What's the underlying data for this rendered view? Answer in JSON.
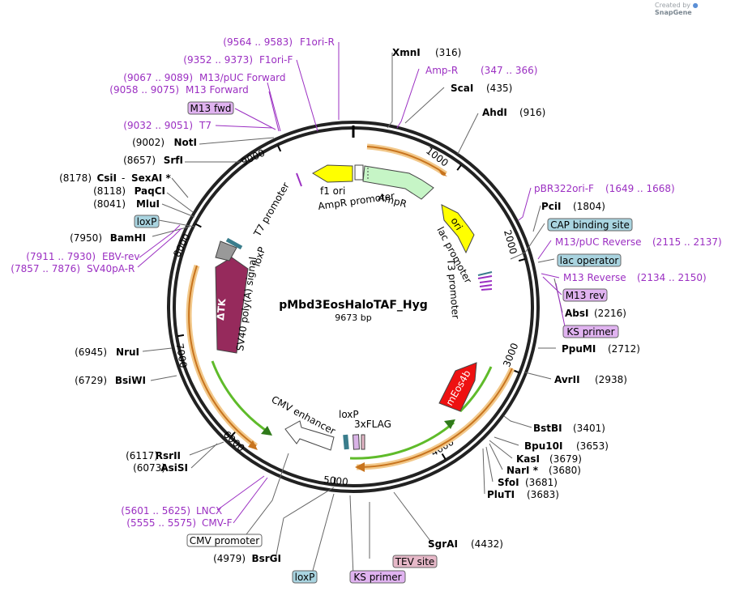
{
  "credit": {
    "created_by": "Created by",
    "brand": "SnapGene"
  },
  "plasmid": {
    "name": "pMbd3EosHaloTAF_Hyg",
    "size": "9673 bp"
  },
  "ticks": [
    "1000",
    "2000",
    "3000",
    "4000",
    "5000",
    "6000",
    "7000",
    "8000",
    "9000"
  ],
  "sites": [
    {
      "name": "XmnI",
      "pos": "(316)"
    },
    {
      "name": "ScaI",
      "pos": "(435)"
    },
    {
      "name": "AhdI",
      "pos": "(916)"
    },
    {
      "name": "PciI",
      "pos": "(1804)"
    },
    {
      "name": "AbsI",
      "pos": "(2216)"
    },
    {
      "name": "PpuMI",
      "pos": "(2712)"
    },
    {
      "name": "AvrII",
      "pos": "(2938)"
    },
    {
      "name": "BstBI",
      "pos": "(3401)"
    },
    {
      "name": "Bpu10I",
      "pos": "(3653)"
    },
    {
      "name": "KasI",
      "pos": "(3679)"
    },
    {
      "name": "NarI",
      "pos": "(3680)",
      "star": " *"
    },
    {
      "name": "SfoI",
      "pos": "(3681)"
    },
    {
      "name": "PluTI",
      "pos": "(3683)"
    },
    {
      "name": "SgrAI",
      "pos": "(4432)"
    },
    {
      "name": "BsrGI",
      "pos": "(4979)"
    },
    {
      "name": "AsiSI",
      "pos": "(6073)"
    },
    {
      "name": "RsrII",
      "pos": "(6117)"
    },
    {
      "name": "BsiWI",
      "pos": "(6729)"
    },
    {
      "name": "NruI",
      "pos": "(6945)"
    },
    {
      "name": "BamHI",
      "pos": "(7950)"
    },
    {
      "name": "MluI",
      "pos": "(8041)"
    },
    {
      "name": "PaqCI",
      "pos": "(8118)"
    },
    {
      "name": "CsiI",
      "pos": "(8178)",
      "extra": "SexAI *"
    },
    {
      "name": "SrfI",
      "pos": "(8657)"
    },
    {
      "name": "NotI",
      "pos": "(9002)"
    }
  ],
  "primers": [
    {
      "name": "F1ori-R",
      "pos": "(9564 .. 9583)"
    },
    {
      "name": "F1ori-F",
      "pos": "(9352 .. 9373)"
    },
    {
      "name": "M13/pUC Forward",
      "pos": "(9067 .. 9089)"
    },
    {
      "name": "M13 Forward",
      "pos": "(9058 .. 9075)"
    },
    {
      "name": "T7",
      "pos": "(9032 .. 9051)"
    },
    {
      "name": "Amp-R",
      "pos": "(347 .. 366)"
    },
    {
      "name": "pBR322ori-F",
      "pos": "(1649 .. 1668)"
    },
    {
      "name": "M13/pUC Reverse",
      "pos": "(2115 .. 2137)"
    },
    {
      "name": "M13 Reverse",
      "pos": "(2134 .. 2150)"
    },
    {
      "name": "EBV-rev",
      "pos": "(7911 .. 7930)"
    },
    {
      "name": "SV40pA-R",
      "pos": "(7857 .. 7876)"
    },
    {
      "name": "LNCX",
      "pos": "(5601 .. 5625)"
    },
    {
      "name": "CMV-F",
      "pos": "(5555 .. 5575)"
    }
  ],
  "boxed": [
    {
      "name": "M13 fwd",
      "fill": "#e0b3f0"
    },
    {
      "name": "loxP",
      "fill": "#a9d4e0"
    },
    {
      "name": "CAP binding site",
      "fill": "#a9d4e0"
    },
    {
      "name": "lac operator",
      "fill": "#a9d4e0"
    },
    {
      "name": "M13 rev",
      "fill": "#e0b3f0"
    },
    {
      "name": "KS primer",
      "fill": "#e0b3f0"
    },
    {
      "name": "CMV promoter",
      "fill": "#ffffff"
    },
    {
      "name": "loxP",
      "fill": "#a9d4e0"
    },
    {
      "name": "KS primer",
      "fill": "#e0b3f0"
    },
    {
      "name": "TEV site",
      "fill": "#e6b8c8"
    }
  ],
  "features": {
    "f1_ori": "f1 ori",
    "ampr": "AmpR",
    "ampr_promoter": "AmpR promoter",
    "ori": "ori",
    "lac_promoter": "lac promoter",
    "t3_promoter": "T3 promoter",
    "t7_promoter": "T7 promoter",
    "loxp": "loxP",
    "sv40": "SV40 poly(A) signal",
    "dtk": "ΔTK",
    "cmv_enhancer": "CMV enhancer",
    "loxp2": "loxP",
    "flag": "3xFLAG",
    "meos": "mEos4b"
  },
  "colors": {
    "primer": "#9b2fc2",
    "ampr": "#c6f5c6",
    "f1_ori": "#ffff00",
    "ori": "#ffff00",
    "dtk": "#962a5c",
    "meos": "#ee1111",
    "orf_orange": "#f2a03d",
    "orf_green": "#5fbb2a",
    "loxp": "#3a7d8c",
    "sv40": "#999999"
  }
}
